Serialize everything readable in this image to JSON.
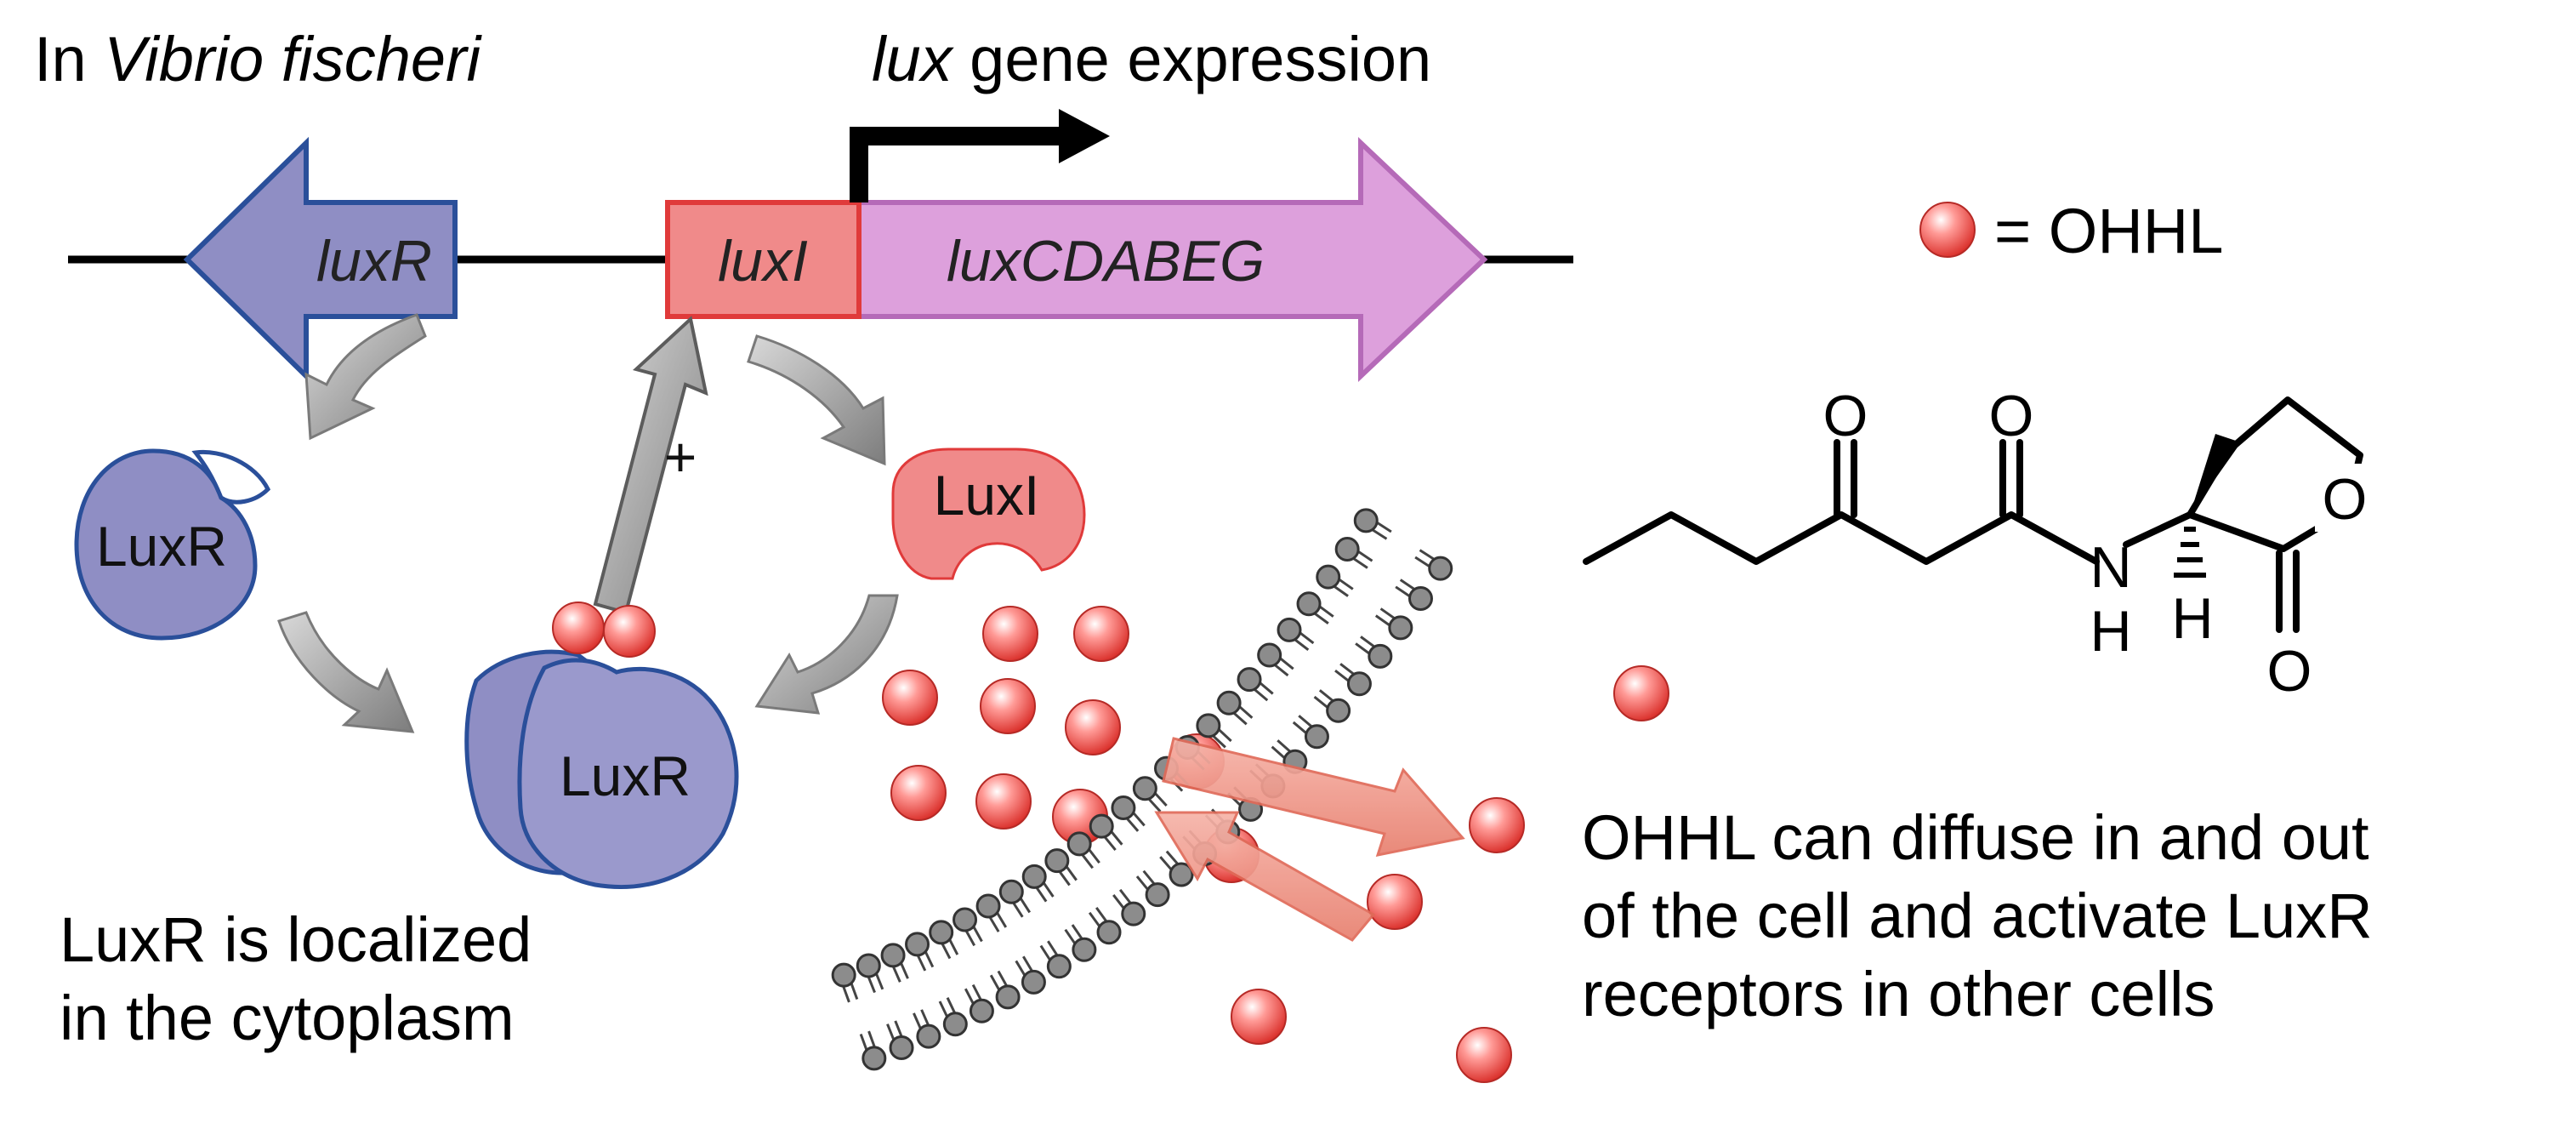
{
  "title": {
    "prefix": "In ",
    "organism": "Vibrio fischeri"
  },
  "expression_label": {
    "gene": "lux",
    "suffix": " gene expression"
  },
  "genes": {
    "luxR": "luxR",
    "luxI": "luxI",
    "luxCDABEG": "luxCDABEG"
  },
  "proteins": {
    "luxR_free": "LuxR",
    "luxR_complex": "LuxR",
    "luxI": "LuxI"
  },
  "feedback_sign": "+",
  "legend": {
    "equals": "= OHHL"
  },
  "structure": {
    "o1": "O",
    "o2": "O",
    "o_ring": "O",
    "o_carbonyl": "O",
    "nh_n": "N",
    "nh_h": "H",
    "stereo_h": "H"
  },
  "notes": {
    "cytoplasm_line1": "LuxR is localized",
    "cytoplasm_line2": "in the cytoplasm",
    "diffuse_line1": "OHHL can diffuse in and out",
    "diffuse_line2": "of the cell and activate LuxR",
    "diffuse_line3": "receptors in other cells"
  },
  "colors": {
    "luxR_fill": "#8f8ec4",
    "luxR_stroke": "#2a4f9a",
    "luxI_fill": "#f08a8a",
    "luxI_stroke": "#e03a3a",
    "luxCDABEG_fill": "#dda0dc",
    "luxCDABEG_stroke": "#b56ab8",
    "ohhl": "#e8403c",
    "membrane": "#555555",
    "cycle_arrow": "#8c8c8c"
  }
}
